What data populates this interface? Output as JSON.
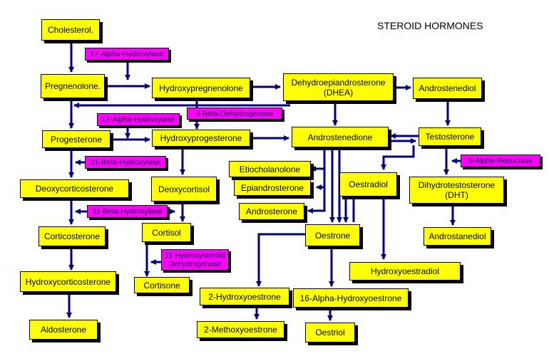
{
  "title": "STEROID HORMONES",
  "colors": {
    "compound_fill": "#ffff00",
    "enzyme_fill": "#ff00ff",
    "arrow": "#00007a",
    "shadow": "#000000"
  },
  "compounds": {
    "cholesterol": "Cholesterol.",
    "pregnenolone": "Pregnenolone.",
    "hydroxypregnenolone": "Hydroxypregnenolone",
    "dhea": "Dehydroepiandrosterone\n(DHEA)",
    "androstenediol": "Androstenediol",
    "progesterone": "Progesterone",
    "hydroxyprogesterone": "Hydroxyprogesterone",
    "androstenedione": "Androstenedione",
    "testosterone": "Testosterone",
    "etiocholanolone": "Etiocholanolone",
    "epiandrosterone": "Epiandrosterone",
    "androsterone": "Androsterone",
    "oestradiol": "Oestradiol",
    "dht": "Dihydrotestosterone\n(DHT)",
    "deoxycorticosterone": "Deoxycorticosterone",
    "deoxycortisol": "Deoxycortisol",
    "cortisol": "Cortisol",
    "corticosterone": "Corticosterone",
    "oestrone": "Oestrone",
    "androstanediol": "Androstanediol",
    "hydroxyoestradiol": "Hydroxyoestradiol",
    "hydroxycorticosterone": "Hydroxycorticosterone",
    "cortisone": "Cortisone",
    "hydroxyoestrone_2": "2-Hydroxyoestrone",
    "hydroxyoestrone_16a": "16-Alpha-Hydroxyoestrone",
    "aldosterone": "Aldosterone",
    "methoxyoestrone_2": "2-Methoxyoestrone",
    "oestriol": "Oestriol"
  },
  "enzymes": {
    "hydroxylase_17a_1": "17-Alpha-Hydroxylase",
    "dehydrogenase_3b": "3-Beta-Dehydrogenase",
    "hydroxylase_17a_2": "17-Alpha-Hydroxylase",
    "reductase_5a": "5-Alpha-Reductase",
    "hydroxylase_21b": "21-Beta-Hydroxylase",
    "hydroxylase_11b": "11-Beta-Hydroxylase",
    "dehydrogenase_11hs": "11-Hydroxysteroid\nDehydrogenase"
  }
}
